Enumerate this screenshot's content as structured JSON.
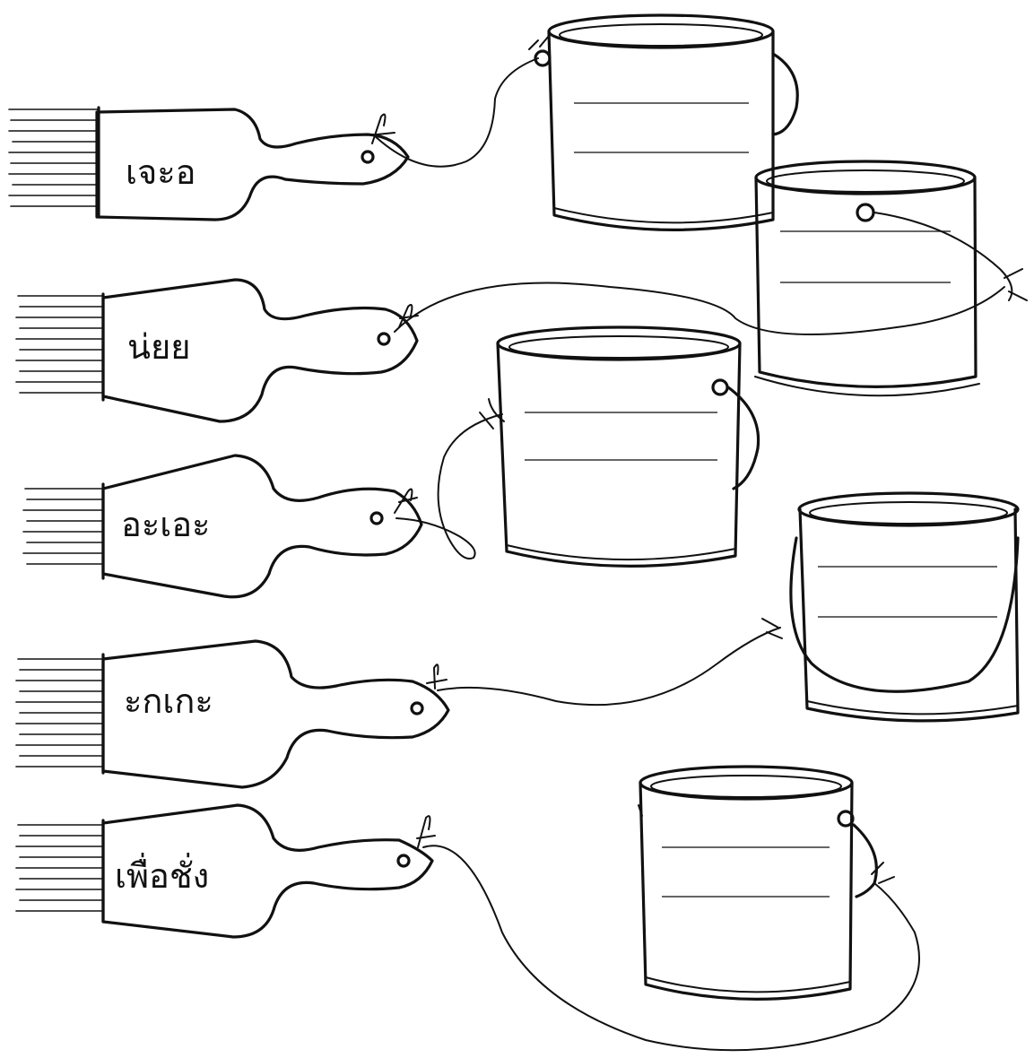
{
  "brushes": [
    {
      "word": "เจะอ"
    },
    {
      "word": "น่ยย"
    },
    {
      "word": "อะเอะ"
    },
    {
      "word": "ะกเกะ"
    },
    {
      "word": "เพื่อชั่ง"
    }
  ],
  "paint_cans": [
    {
      "name": "paint-can-top-left"
    },
    {
      "name": "paint-can-top-right"
    },
    {
      "name": "paint-can-middle"
    },
    {
      "name": "paint-can-right"
    },
    {
      "name": "paint-can-bottom"
    }
  ]
}
